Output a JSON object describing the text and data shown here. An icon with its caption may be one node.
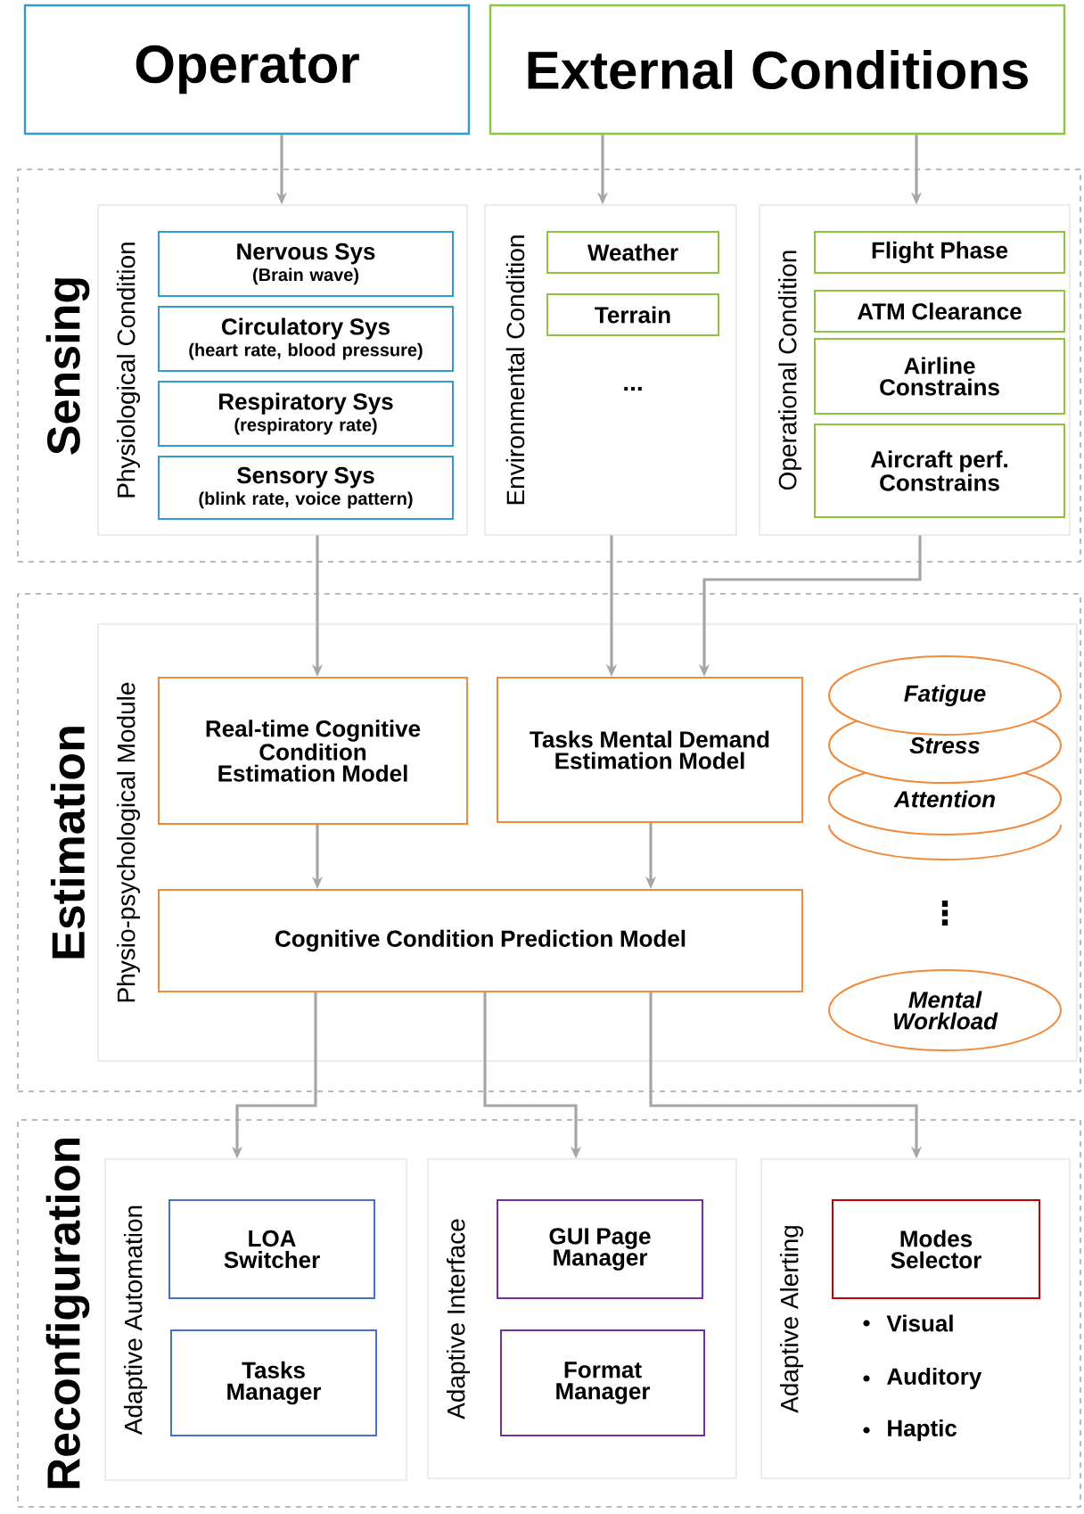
{
  "diagram": {
    "nodes": [
      {
        "text": [
          "Operator"
        ]
      },
      {
        "text": [
          "External Conditions"
        ]
      },
      {
        "text": [
          "Sensing"
        ]
      },
      {
        "text": [
          "Physiological Condition"
        ],
        "in": 2
      },
      {
        "text": [
          "Nervous Sys",
          "(Brain wave)"
        ],
        "in": 3
      },
      {
        "text": [
          "Circulatory Sys",
          "(heart rate, blood pressure)"
        ],
        "in": 3
      },
      {
        "text": [
          "Respiratory Sys",
          "(respiratory rate)"
        ],
        "in": 3
      },
      {
        "text": [
          "Sensory Sys",
          "(blink rate, voice pattern)"
        ],
        "in": 3
      },
      {
        "text": [
          "Environmental Condition",
          "..."
        ],
        "in": 2
      },
      {
        "text": [
          "Weather"
        ],
        "in": 8
      },
      {
        "text": [
          "Terrain"
        ],
        "in": 8
      },
      {
        "text": [
          "Operational Condition"
        ],
        "in": 2
      },
      {
        "text": [
          "Flight Phase"
        ],
        "in": 11
      },
      {
        "text": [
          "ATM Clearance"
        ],
        "in": 11
      },
      {
        "text": [
          "Airline Constrains"
        ],
        "in": 11
      },
      {
        "text": [
          "Aircraft perf. Constrains"
        ],
        "in": 11
      },
      {
        "text": [
          "Estimation"
        ]
      },
      {
        "text": [
          "Physio-psychological Module"
        ],
        "in": 16
      },
      {
        "text": [
          "Real-time Cognitive Condition Estimation Model"
        ],
        "in": 17
      },
      {
        "text": [
          "Tasks Mental Demand Estimation Model"
        ],
        "in": 17
      },
      {
        "text": [
          "Cognitive Condition Prediction Model"
        ],
        "in": 17
      },
      {
        "text": [],
        "shape": "ellipse",
        "in": 17
      },
      {
        "text": [
          "Attention"
        ],
        "in": 17
      },
      {
        "text": [
          "Stress"
        ],
        "in": 17
      },
      {
        "text": [
          "Fatigue"
        ],
        "in": 17
      },
      {
        "text": [
          "Mental Workload"
        ],
        "in": 17
      },
      {
        "text": [
          "Reconfiguration"
        ]
      },
      {
        "text": [
          "Adaptive Automation"
        ],
        "in": 26
      },
      {
        "text": [
          "LOA Switcher"
        ],
        "in": 27
      },
      {
        "text": [
          "Tasks Manager"
        ],
        "in": 27
      },
      {
        "text": [
          "Adaptive Interface"
        ],
        "in": 26
      },
      {
        "text": [
          "GUI Page Manager"
        ],
        "in": 30
      },
      {
        "text": [
          "Format Manager"
        ],
        "in": 30
      },
      {
        "text": [
          "Adaptive Alerting",
          "Visual",
          "Auditory",
          "Haptic"
        ],
        "in": 26
      },
      {
        "text": [
          "Modes Selector"
        ],
        "in": 33
      }
    ],
    "edges": [
      {
        "from": 0,
        "to": 3,
        "arrow": "to"
      },
      {
        "from": 1,
        "to": 8,
        "arrow": "to"
      },
      {
        "from": 1,
        "to": 11,
        "arrow": "to"
      },
      {
        "from": 3,
        "to": 18,
        "arrow": "to"
      },
      {
        "from": 8,
        "to": 19,
        "arrow": "to"
      },
      {
        "from": 11,
        "to": 19,
        "arrow": "to"
      },
      {
        "from": 18,
        "to": 20,
        "arrow": "to"
      },
      {
        "from": 19,
        "to": 20,
        "arrow": "to"
      },
      {
        "from": 20,
        "to": 27,
        "arrow": "to"
      },
      {
        "from": 20,
        "to": 30,
        "arrow": "to"
      },
      {
        "from": 20,
        "to": 33,
        "arrow": "to"
      }
    ],
    "labels": [
      "⋮"
    ]
  }
}
